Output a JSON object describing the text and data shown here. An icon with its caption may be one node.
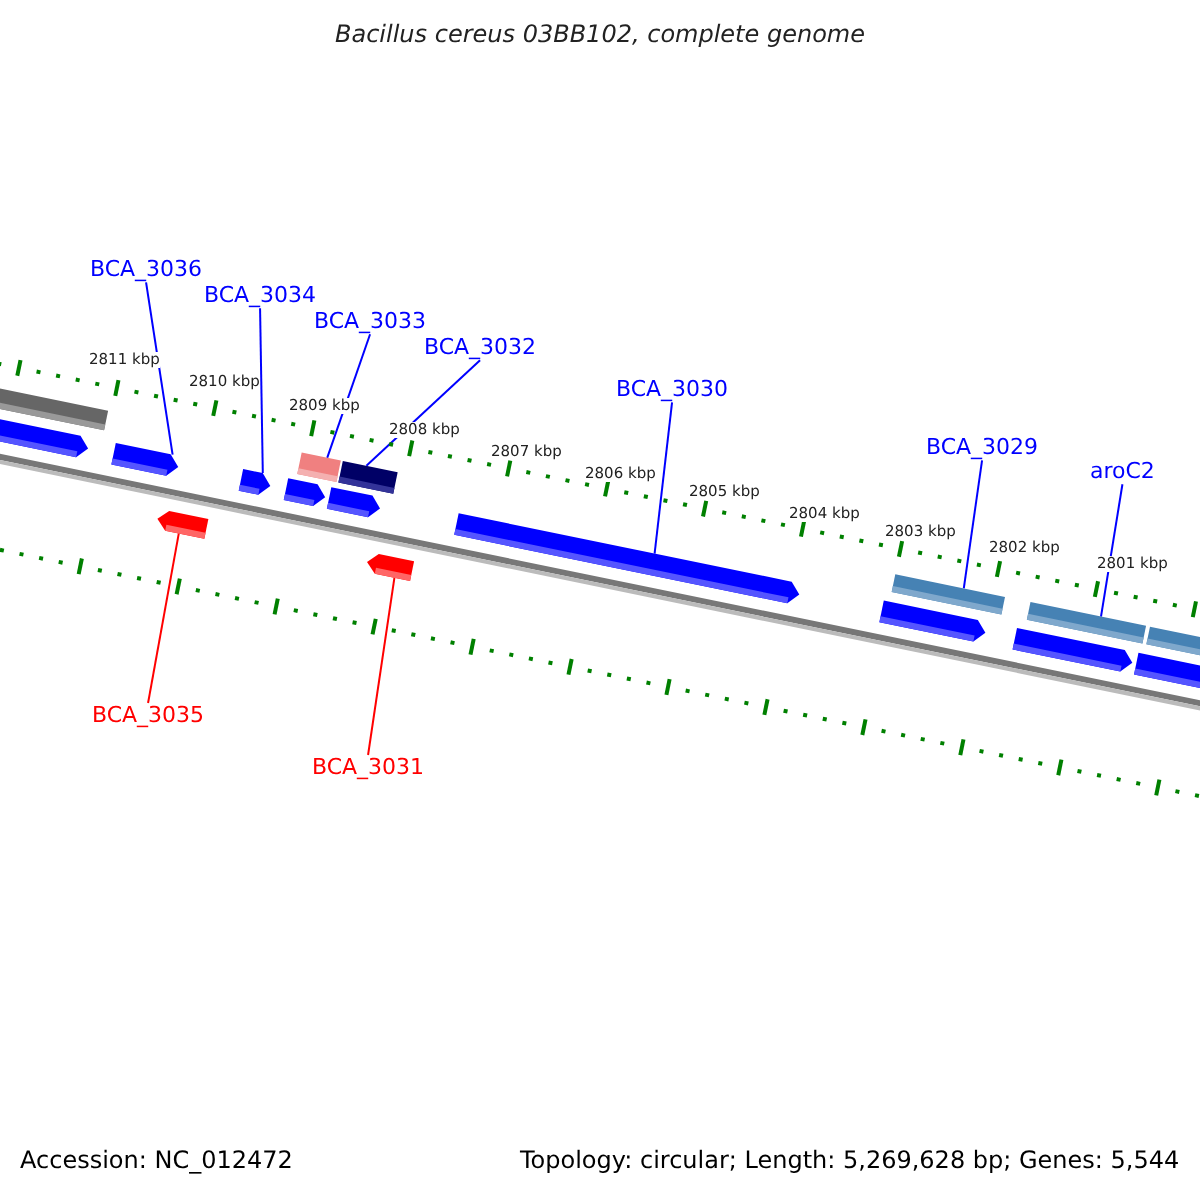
{
  "diagram": {
    "title": "Bacillus cereus 03BB102, complete genome",
    "nodes": [
      {
        "text": [
          "BCA_3036"
        ]
      },
      {
        "text": [
          "BCA_3034"
        ]
      },
      {
        "text": [
          "BCA_3033"
        ]
      },
      {
        "text": [
          "BCA_3032"
        ]
      },
      {
        "text": [
          "BCA_3030"
        ]
      },
      {
        "text": [
          "BCA_3029"
        ]
      },
      {
        "text": [
          "aroC2"
        ]
      },
      {
        "text": [
          "BCA_3035"
        ]
      },
      {
        "text": [
          "BCA_3031"
        ]
      },
      {
        "text": [],
        "shape": "bar"
      },
      {
        "text": [],
        "shape": "arrow"
      },
      {
        "text": [],
        "shape": "arrow"
      },
      {
        "text": [],
        "shape": "arrow"
      },
      {
        "text": [],
        "shape": "arrow"
      },
      {
        "text": [],
        "shape": "arrow"
      },
      {
        "text": [],
        "shape": "bar"
      },
      {
        "text": [],
        "shape": "arrow"
      },
      {
        "text": [],
        "shape": "bar"
      },
      {
        "text": [],
        "shape": "arrow"
      },
      {
        "text": [],
        "shape": "arrow"
      },
      {
        "text": [],
        "shape": "arrow"
      },
      {
        "text": [],
        "shape": "bar"
      },
      {
        "text": [],
        "shape": "arrow"
      },
      {
        "text": [],
        "shape": "bar"
      },
      {
        "text": [],
        "shape": "arrow"
      },
      {
        "text": [],
        "shape": "bar"
      }
    ],
    "edges": [
      {
        "from": 0,
        "to": 11,
        "arrow": "none"
      },
      {
        "from": 1,
        "to": 13,
        "arrow": "none"
      },
      {
        "from": 2,
        "to": 15,
        "arrow": "none"
      },
      {
        "from": 3,
        "to": 17,
        "arrow": "none"
      },
      {
        "from": 4,
        "to": 19,
        "arrow": "none"
      },
      {
        "from": 5,
        "to": 21,
        "arrow": "none"
      },
      {
        "from": 6,
        "to": 23,
        "arrow": "none"
      },
      {
        "from": 7,
        "to": 12,
        "arrow": "none",
        "color": "#ff0000"
      },
      {
        "from": 8,
        "to": 18,
        "arrow": "none",
        "color": "#ff0000"
      }
    ],
    "labels": [
      "2811 kbp",
      "2810 kbp",
      "2809 kbp",
      "2808 kbp",
      "2807 kbp",
      "2806 kbp",
      "2805 kbp",
      "2804 kbp",
      "2803 kbp",
      "2802 kbp",
      "2801 kbp",
      "Accession: NC_012472",
      "Topology: circular; Length: 5,269,628 bp; Genes: 5,544"
    ]
  }
}
